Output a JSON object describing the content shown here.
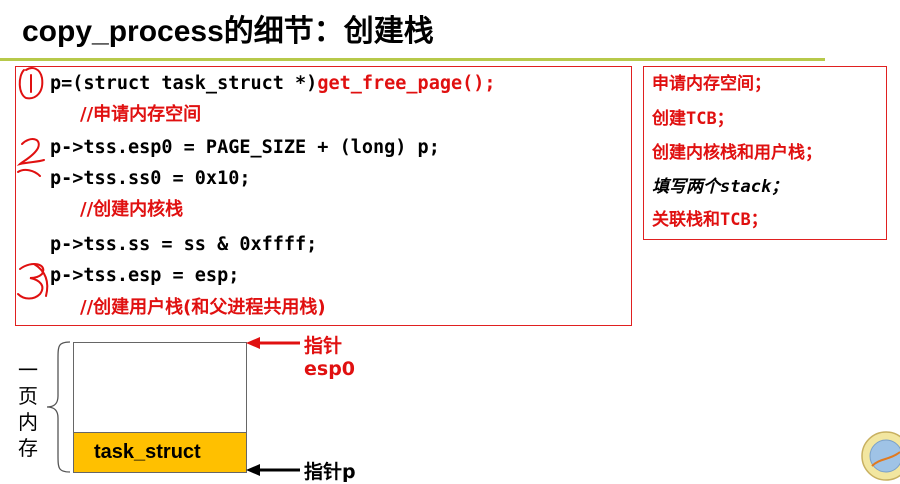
{
  "slide": {
    "title": "copy_process的细节：创建栈"
  },
  "code": {
    "line1_prefix": "p=(struct task_struct *)",
    "line1_call": "get_free_page();",
    "comment1": "//申请内存空间",
    "line2": "p->tss.esp0 = PAGE_SIZE + (long) p;",
    "line3": "p->tss.ss0 = 0x10;",
    "comment2": "//创建内核栈",
    "line4": "p->tss.ss = ss & 0xffff;",
    "line5": "p->tss.esp = esp;",
    "comment3": "//创建用户栈(和父进程共用栈)"
  },
  "notes": [
    "申请内存空间；",
    "创建TCB；",
    "创建内核栈和用户栈；",
    "填写两个stack；",
    "关联栈和TCB；"
  ],
  "diagram": {
    "side_label": [
      "一",
      "页",
      "内",
      "存"
    ],
    "block_label": "task_struct",
    "pointer_top_label": "指针",
    "pointer_top_value": "esp0",
    "pointer_bottom_label": "指针p"
  },
  "colors": {
    "accent_red": "#e01010",
    "rule_green": "#b7c94a",
    "block_yellow": "#ffc000"
  }
}
